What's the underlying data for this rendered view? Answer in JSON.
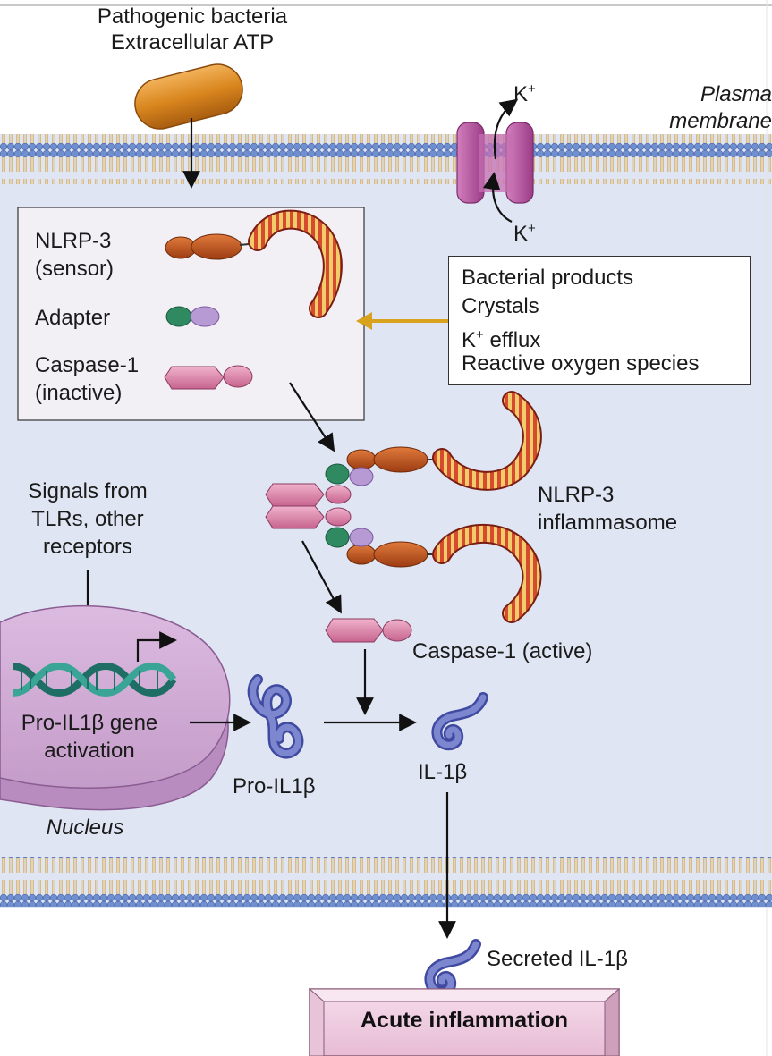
{
  "stimulus": {
    "line1": "Pathogenic bacteria",
    "line2": "Extracellular ATP"
  },
  "membrane": {
    "line1": "Plasma",
    "line2": "membrane"
  },
  "channel": {
    "ion_out": "K",
    "ion_out_sup": "+",
    "ion_in": "K",
    "ion_in_sup": "+"
  },
  "components": {
    "sensor_name": "NLRP-3",
    "sensor_role": "(sensor)",
    "adapter_name": "Adapter",
    "caspase_name": "Caspase-1",
    "caspase_state": "(inactive)"
  },
  "triggers": {
    "items": [
      "Bacterial products",
      "Crystals",
      "efflux",
      "Reactive oxygen species"
    ],
    "efflux_ion": "K",
    "efflux_ion_sup": "+"
  },
  "inflammasome": {
    "line1": "NLRP-3",
    "line2": "inflammasome"
  },
  "receptor_signals": {
    "line1": "Signals from",
    "line2": "TLRs, other",
    "line3": "receptors"
  },
  "nucleus": {
    "gene_line1": "Pro-IL1β gene",
    "gene_line2": "activation",
    "label": "Nucleus"
  },
  "products": {
    "active_caspase": "Caspase-1 (active)",
    "pro_il1b": "Pro-IL1β",
    "il1b": "IL-1β",
    "secreted": "Secreted IL-1β"
  },
  "outcome": {
    "label": "Acute inflammation"
  },
  "colors": {
    "cytoplasm": "#d9e0f0",
    "lipid_head": "#6f8fcf",
    "lipid_tail": "#e0b860",
    "nucleus": "#d4afd6",
    "nlrp3_body": "#c2591f",
    "adapter_green": "#2f8a62",
    "adapter_purple": "#b79ad3",
    "caspase": "#d986aa",
    "channel": "#b4559c",
    "il1b": "#6e78c0",
    "outcome_box": "#f0d0e2",
    "trigger_arrow": "#d9a21c"
  }
}
